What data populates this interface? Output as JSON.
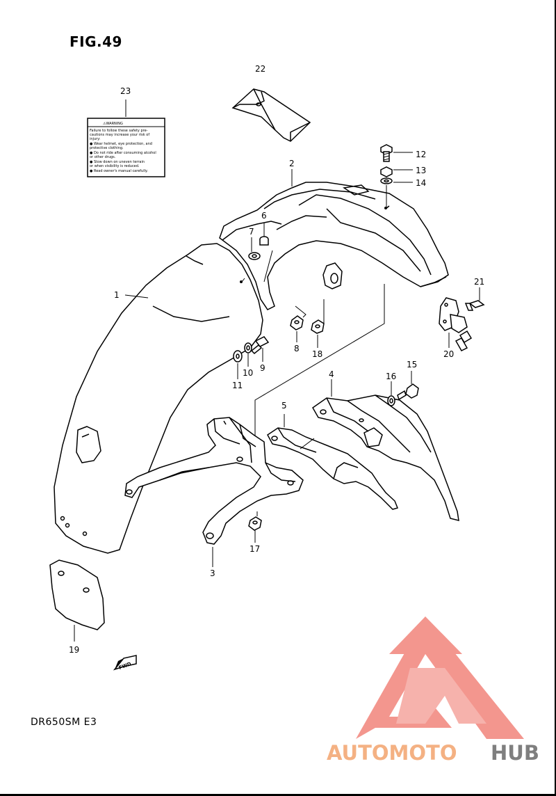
{
  "figure": {
    "title": "FIG.49",
    "model": "DR650SM  E3"
  },
  "warning_label": {
    "heading": "⚠WARNING",
    "lines": [
      "Failure to follow these safety pre-",
      "cautions may increase your risk of",
      "injury:",
      "● Wear helmet, eye protection, and",
      "  protective clothing.",
      "● Do not ride after consuming alcohol",
      "  or other drugs.",
      "● Slow down on uneven terrain",
      "  or when visibility is reduced.",
      "● Read owner's manual carefully."
    ]
  },
  "fwd_arrow": {
    "text": "FWD"
  },
  "part_numbers": [
    "1",
    "2",
    "3",
    "4",
    "5",
    "6",
    "7",
    "8",
    "9",
    "10",
    "11",
    "12",
    "13",
    "14",
    "15",
    "16",
    "17",
    "18",
    "19",
    "20",
    "21",
    "22",
    "23"
  ],
  "watermark": {
    "part1": "AUTOMOTO",
    "part2": "HUB",
    "colors": {
      "logo": "#f28b82",
      "auto": "#f4b183",
      "hub": "#7f7f7f"
    }
  }
}
